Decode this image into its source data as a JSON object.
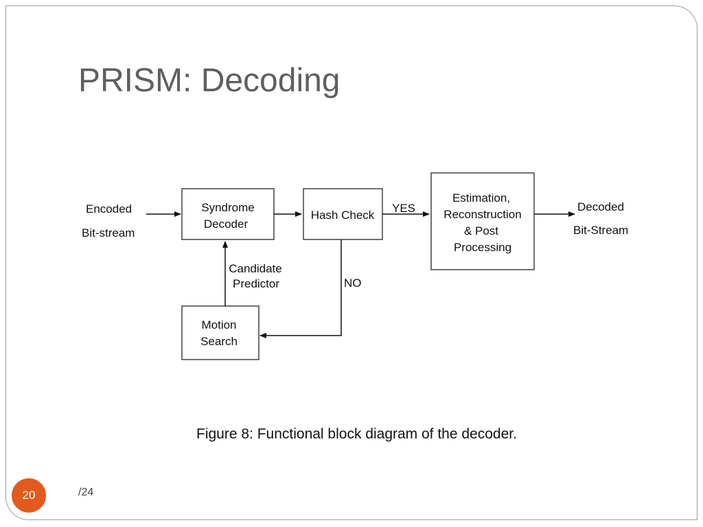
{
  "slide": {
    "title": "PRISM: Decoding",
    "page_number": "20",
    "page_total": "/24",
    "badge_color": "#e35a1c"
  },
  "diagram": {
    "input": [
      "Encoded",
      "Bit-stream"
    ],
    "output": [
      "Decoded",
      "Bit-Stream"
    ],
    "syndrome_decoder": [
      "Syndrome",
      "Decoder"
    ],
    "hash_check": "Hash Check",
    "estimation": [
      "Estimation,",
      "Reconstruction",
      "& Post",
      "Processing"
    ],
    "motion_search": [
      "Motion",
      "Search"
    ],
    "candidate_predictor": [
      "Candidate",
      "Predictor"
    ],
    "yes_label": "YES",
    "no_label": "NO"
  },
  "caption": "Figure 8: Functional block diagram of the decoder."
}
